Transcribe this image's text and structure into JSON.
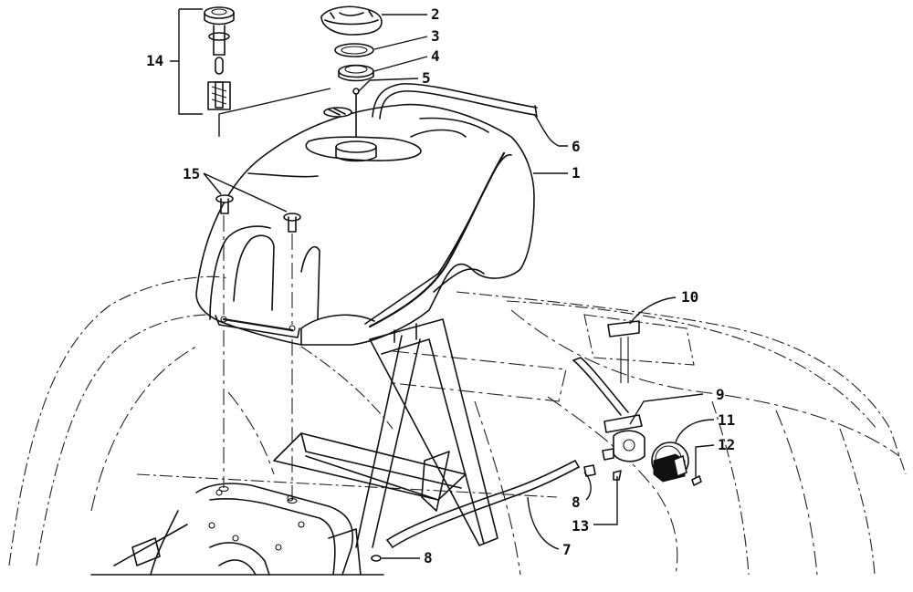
{
  "callouts": {
    "c1": "1",
    "c2": "2",
    "c3": "3",
    "c4": "4",
    "c5": "5",
    "c6": "6",
    "c7": "7",
    "c8a": "8",
    "c8b": "8",
    "c9": "9",
    "c10": "10",
    "c11": "11",
    "c12": "12",
    "c13": "13",
    "c14": "14",
    "c15": "15"
  }
}
